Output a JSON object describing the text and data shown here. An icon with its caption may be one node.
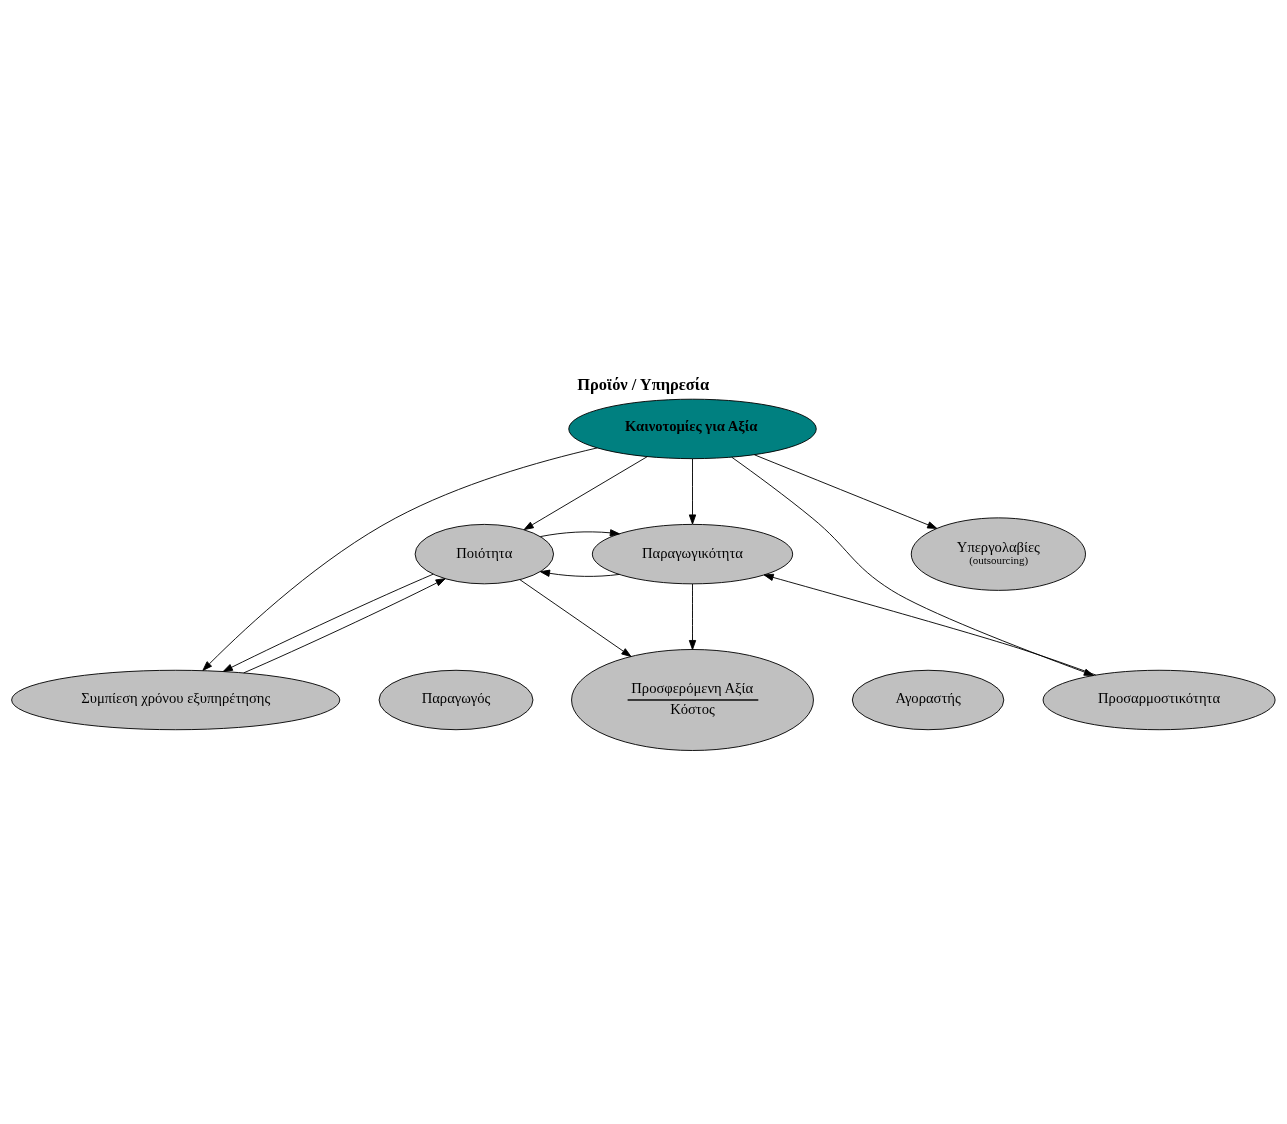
{
  "diagram": {
    "title": "Προϊόν / Υπηρεσία",
    "nodes": [
      {
        "text": [
          "Παραγωγός"
        ]
      },
      {
        "text": [
          "Προσφερόμενη Αξία",
          "Κόστος"
        ]
      },
      {
        "text": [
          "Αγοραστής"
        ]
      },
      {
        "text": [
          "Ποιότητα"
        ]
      },
      {
        "text": [
          "Παραγωγικότητα"
        ]
      },
      {
        "text": [
          "Καινοτομίες για Αξία"
        ]
      },
      {
        "text": [
          "Συμπίεση χρόνου εξυπηρέτησης"
        ]
      },
      {
        "text": [
          "Προσαρμοστικότητα"
        ]
      },
      {
        "text": [
          "Υπεργολαβίες",
          "(outsourcing)"
        ]
      }
    ],
    "edges": [
      {
        "from": 3,
        "to": 1,
        "arrow": "to"
      },
      {
        "from": 4,
        "to": 1,
        "arrow": "to"
      },
      {
        "from": 4,
        "to": 3,
        "arrow": "to"
      },
      {
        "from": 3,
        "to": 4,
        "arrow": "to"
      },
      {
        "from": 5,
        "to": 3,
        "arrow": "to"
      },
      {
        "from": 5,
        "to": 4,
        "arrow": "to"
      },
      {
        "from": 6,
        "to": 3,
        "arrow": "to"
      },
      {
        "from": 3,
        "to": 6,
        "arrow": "to"
      },
      {
        "from": 5,
        "to": 6,
        "arrow": "to"
      },
      {
        "from": 5,
        "to": 7,
        "arrow": "to"
      },
      {
        "from": 7,
        "to": 4,
        "arrow": "to"
      },
      {
        "from": 5,
        "to": 8,
        "arrow": "to"
      }
    ]
  }
}
